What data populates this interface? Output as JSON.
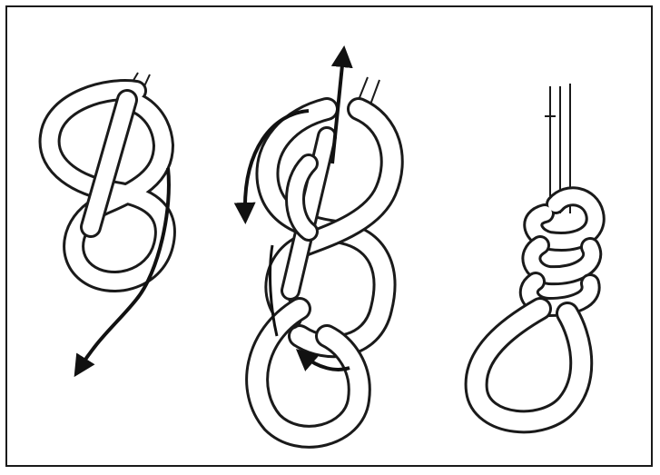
{
  "figure": {
    "panels": [
      {
        "id": "step-1",
        "description_hidden": true
      },
      {
        "id": "step-2",
        "description_hidden": true
      },
      {
        "id": "step-3",
        "description_hidden": true
      }
    ]
  },
  "colors": {
    "rope_outline": "#1a1a1a",
    "rope_fill": "#ffffff",
    "arrow": "#111111",
    "border": "#1a1a1a",
    "background": "#ffffff"
  }
}
